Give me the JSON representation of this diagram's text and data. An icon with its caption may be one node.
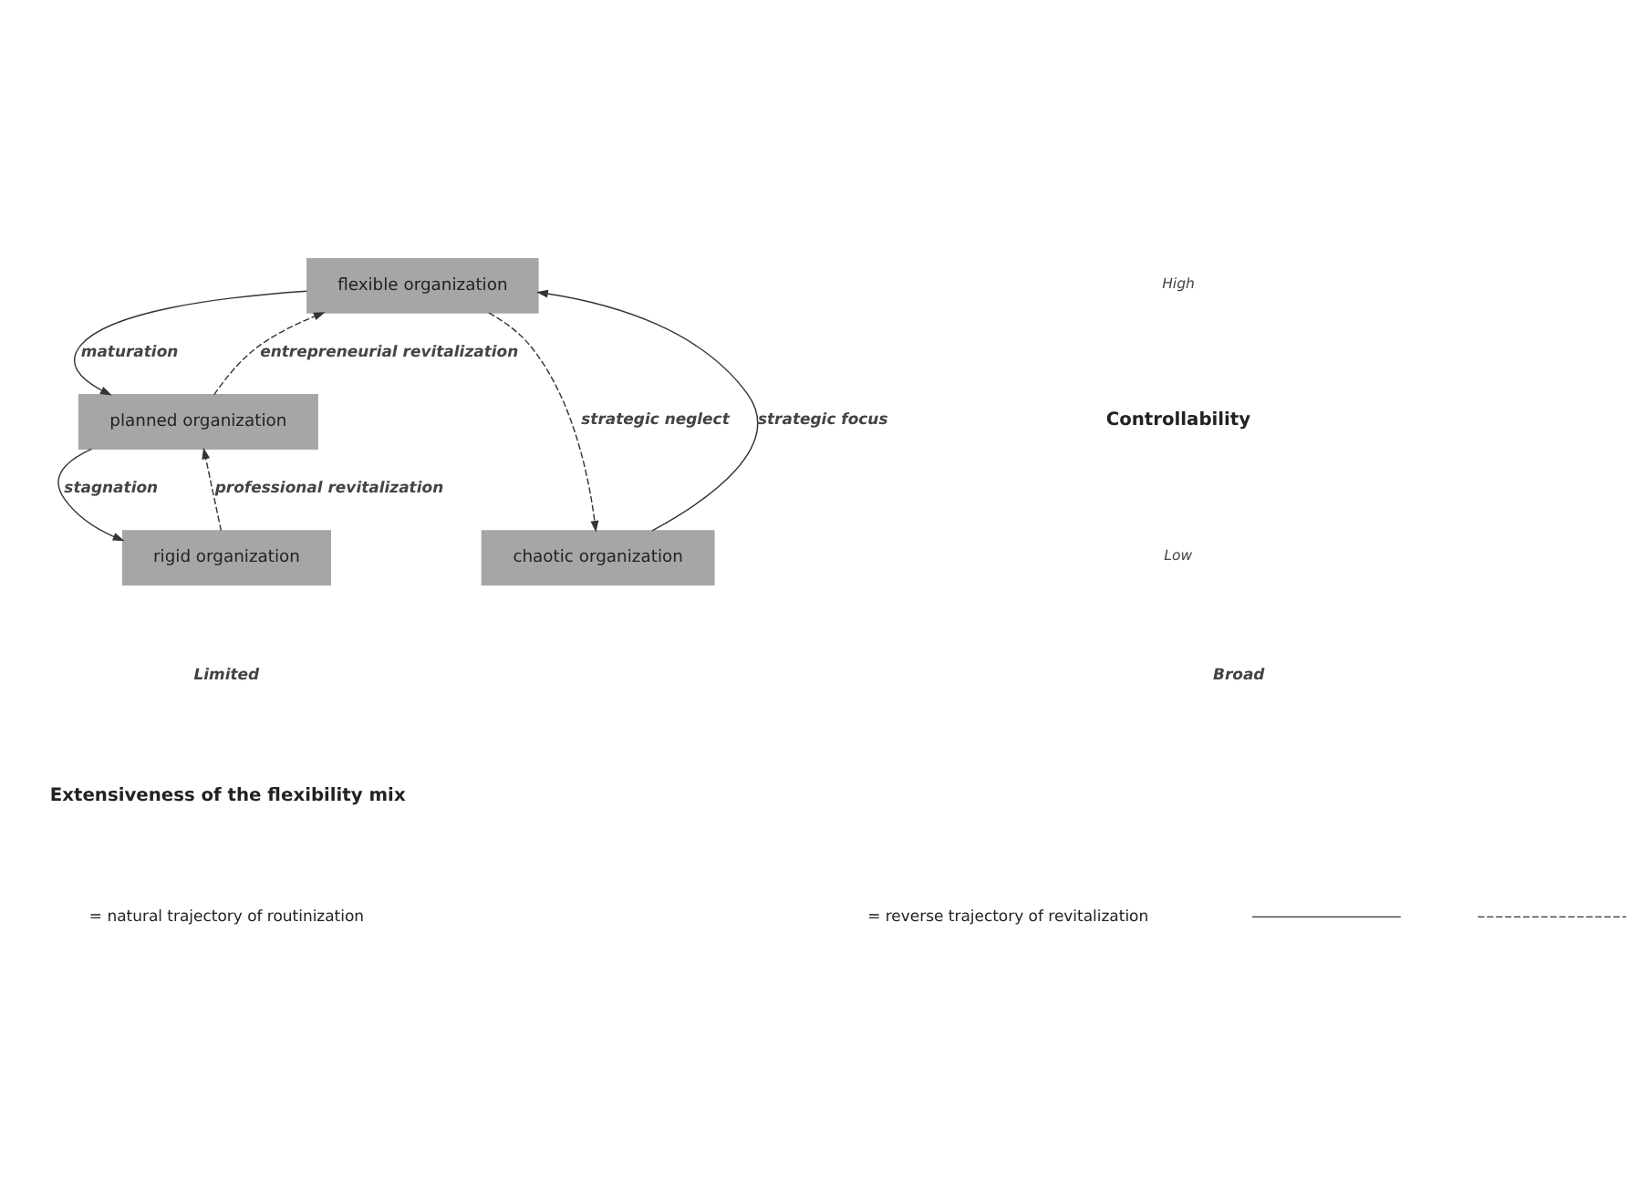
{
  "diagram": {
    "nodes": [
      {
        "text": [
          "flexible organization"
        ]
      },
      {
        "text": [
          "planned organization"
        ]
      },
      {
        "text": [
          "rigid organization"
        ]
      },
      {
        "text": [
          "chaotic organization"
        ]
      }
    ],
    "edges": [
      {
        "from": 0,
        "to": 1,
        "arrow": "to",
        "label": "maturation"
      },
      {
        "from": 1,
        "to": 0,
        "arrow": "to",
        "label": "entrepreneurial revitalization",
        "style": "dashed"
      },
      {
        "from": 1,
        "to": 2,
        "arrow": "to",
        "label": "stagnation"
      },
      {
        "from": 2,
        "to": 1,
        "arrow": "to",
        "label": "professional revitalization",
        "style": "dashed"
      },
      {
        "from": 0,
        "to": 3,
        "arrow": "to",
        "label": "strategic neglect",
        "style": "dashed"
      },
      {
        "from": 3,
        "to": 0,
        "arrow": "to",
        "label": "strategic focus"
      }
    ],
    "labels": [
      "High",
      "Controllability",
      "Low",
      "Limited",
      "Broad",
      "Extensiveness of the flexibility mix"
    ],
    "legend": [
      {
        "text": "= natural trajectory of routinization"
      },
      {
        "text": "= reverse trajectory of revitalization"
      }
    ]
  }
}
